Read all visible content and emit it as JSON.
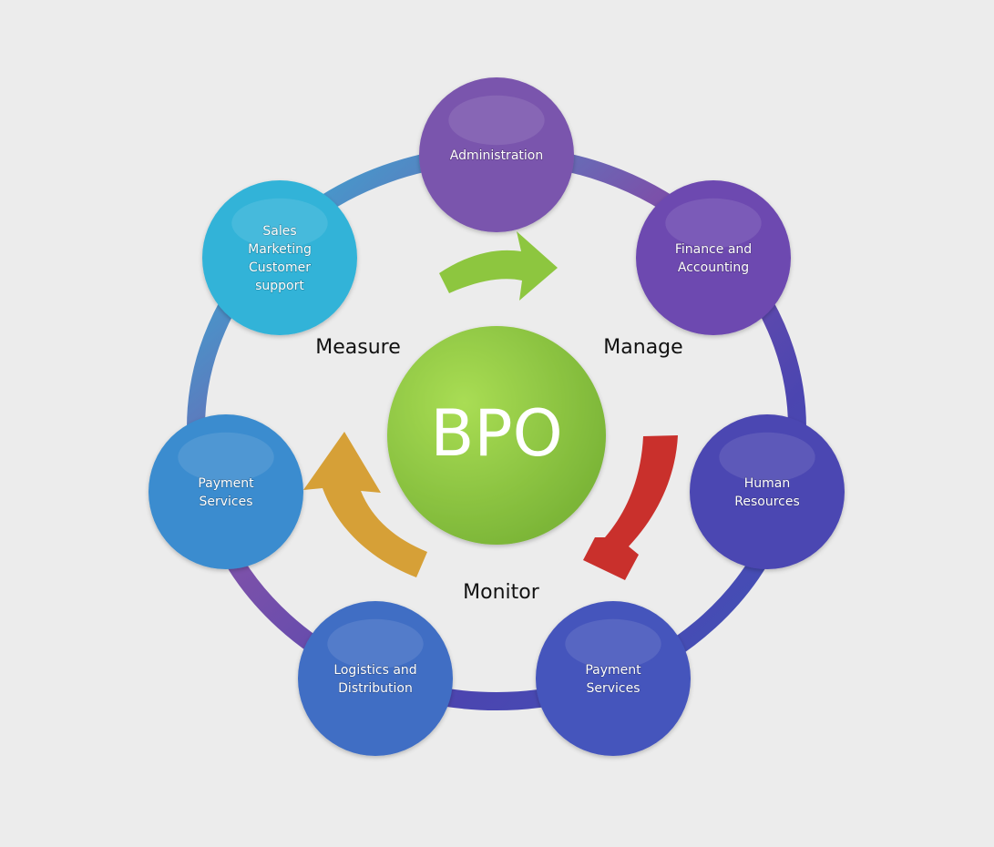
{
  "center": {
    "label": "BPO",
    "color": "#8cc63f"
  },
  "phases": [
    {
      "key": "measure",
      "label": "Measure"
    },
    {
      "key": "manage",
      "label": "Manage"
    },
    {
      "key": "monitor",
      "label": "Monitor"
    }
  ],
  "nodes": [
    {
      "key": "administration",
      "lines": [
        "Administration"
      ],
      "color": "#7a55ad"
    },
    {
      "key": "finance",
      "lines": [
        "Finance and",
        "Accounting"
      ],
      "color": "#6d48b0"
    },
    {
      "key": "hr",
      "lines": [
        "Human",
        "Resources"
      ],
      "color": "#4c46b2"
    },
    {
      "key": "payment-right",
      "lines": [
        "Payment",
        "Services"
      ],
      "color": "#4454bc"
    },
    {
      "key": "logistics",
      "lines": [
        "Logistics and",
        "Distribution"
      ],
      "color": "#3f6ec4"
    },
    {
      "key": "payment-left",
      "lines": [
        "Payment",
        "Services"
      ],
      "color": "#3a8ccf"
    },
    {
      "key": "sales",
      "lines": [
        "Sales",
        "Marketing",
        "Customer",
        "support"
      ],
      "color": "#33b3d8"
    }
  ],
  "arrows": {
    "top_color": "#8dc63f",
    "right_color": "#c9302c",
    "left_color": "#d6a037"
  },
  "ring_colors": {
    "top": "#7b51aa",
    "right": "#4b45b0",
    "bottom": "#3f55b8",
    "left": "#3b8fd1",
    "upper_left": "#2fb8da"
  }
}
